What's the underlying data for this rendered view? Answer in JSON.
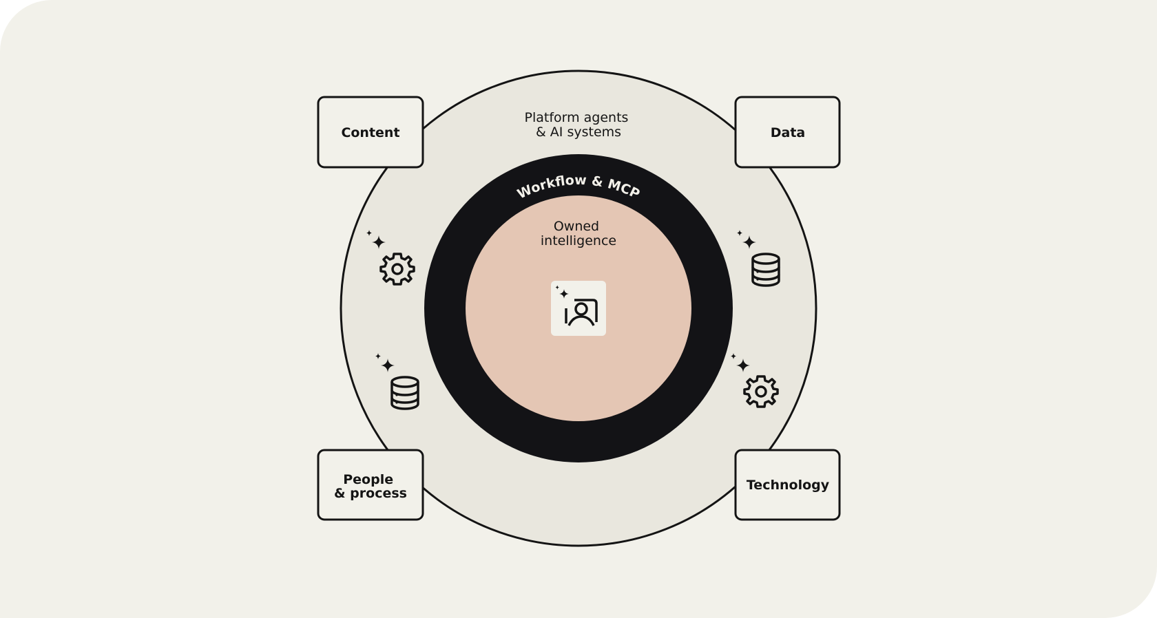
{
  "diagram": {
    "outer_ring_label": [
      "Platform agents",
      "& AI systems"
    ],
    "middle_ring_label": "Workflow & MCP",
    "core_label": [
      "Owned",
      "intelligence"
    ],
    "corners": {
      "top_left": [
        "Content"
      ],
      "top_right": [
        "Data"
      ],
      "bottom_left": [
        "People",
        "& process"
      ],
      "bottom_right": [
        "Technology"
      ]
    },
    "icons": {
      "center": "ai-person-icon",
      "left_top": "sparkle-gear-icon",
      "left_bottom": "sparkle-database-icon",
      "right_top": "sparkle-database-icon",
      "right_bottom": "sparkle-gear-icon"
    },
    "colors": {
      "background": "#f2f1ea",
      "outer_ring": "#e9e7de",
      "middle_ring": "#131316",
      "core": "#e4c6b4",
      "stroke": "#141414"
    }
  }
}
